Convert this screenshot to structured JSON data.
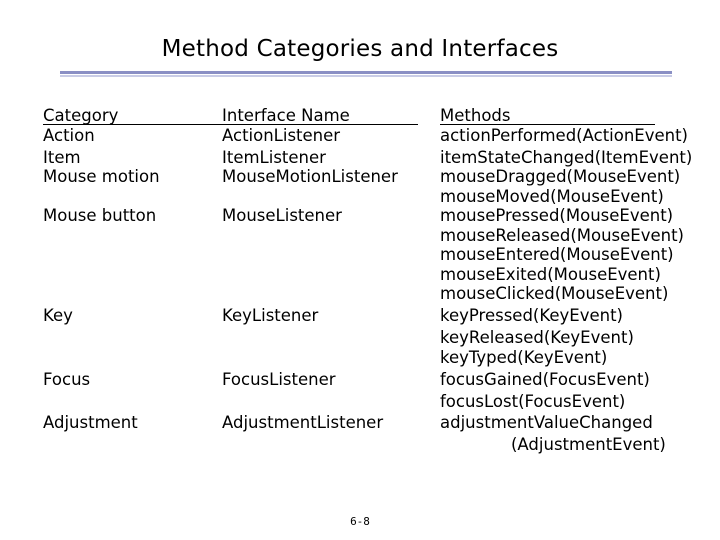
{
  "title": "Method Categories and Interfaces",
  "headers": {
    "category": "Category",
    "interface": "Interface Name",
    "methods": "Methods"
  },
  "rows": [
    {
      "category": "Action",
      "interface": "ActionListener",
      "methods": [
        "actionPerformed(ActionEvent)"
      ]
    },
    {
      "category": "Item",
      "interface": "ItemListener",
      "methods": [
        "itemStateChanged(ItemEvent)"
      ]
    },
    {
      "category": "Mouse motion",
      "interface": "MouseMotionListener",
      "methods": [
        "mouseDragged(MouseEvent)",
        "mouseMoved(MouseEvent)"
      ]
    },
    {
      "category": "Mouse button",
      "interface": "MouseListener",
      "methods": [
        "mousePressed(MouseEvent)",
        "mouseReleased(MouseEvent)",
        "mouseEntered(MouseEvent)",
        "mouseExited(MouseEvent)",
        "mouseClicked(MouseEvent)"
      ]
    },
    {
      "category": "Key",
      "interface": "KeyListener",
      "methods": [
        "keyPressed(KeyEvent)",
        "keyReleased(KeyEvent)",
        "keyTyped(KeyEvent)"
      ]
    },
    {
      "category": "Focus",
      "interface": "FocusListener",
      "methods": [
        "focusGained(FocusEvent)",
        "focusLost(FocusEvent)"
      ]
    },
    {
      "category": "Adjustment",
      "interface": "AdjustmentListener",
      "methods": [
        "adjustmentValueChanged",
        "(AdjustmentEvent)"
      ]
    }
  ],
  "footer": "6-8"
}
